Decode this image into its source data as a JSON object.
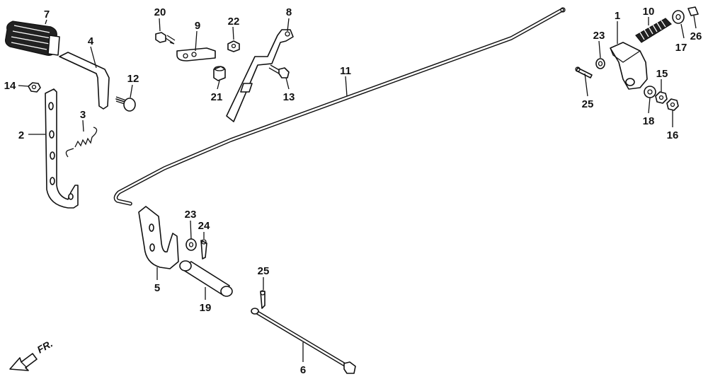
{
  "diagram": {
    "direction_label": "FR.",
    "callouts": [
      {
        "id": "c1",
        "label": "1"
      },
      {
        "id": "c2",
        "label": "2"
      },
      {
        "id": "c3",
        "label": "3"
      },
      {
        "id": "c4",
        "label": "4"
      },
      {
        "id": "c5",
        "label": "5"
      },
      {
        "id": "c6",
        "label": "6"
      },
      {
        "id": "c7",
        "label": "7"
      },
      {
        "id": "c8",
        "label": "8"
      },
      {
        "id": "c9",
        "label": "9"
      },
      {
        "id": "c10",
        "label": "10"
      },
      {
        "id": "c11",
        "label": "11"
      },
      {
        "id": "c12",
        "label": "12"
      },
      {
        "id": "c13",
        "label": "13"
      },
      {
        "id": "c14",
        "label": "14"
      },
      {
        "id": "c15",
        "label": "15"
      },
      {
        "id": "c16",
        "label": "16"
      },
      {
        "id": "c17",
        "label": "17"
      },
      {
        "id": "c18",
        "label": "18"
      },
      {
        "id": "c19",
        "label": "19"
      },
      {
        "id": "c20",
        "label": "20"
      },
      {
        "id": "c21",
        "label": "21"
      },
      {
        "id": "c22",
        "label": "22"
      },
      {
        "id": "c23a",
        "label": "23"
      },
      {
        "id": "c23b",
        "label": "23"
      },
      {
        "id": "c24",
        "label": "24"
      },
      {
        "id": "c25a",
        "label": "25"
      },
      {
        "id": "c25b",
        "label": "25"
      },
      {
        "id": "c26",
        "label": "26"
      }
    ]
  }
}
